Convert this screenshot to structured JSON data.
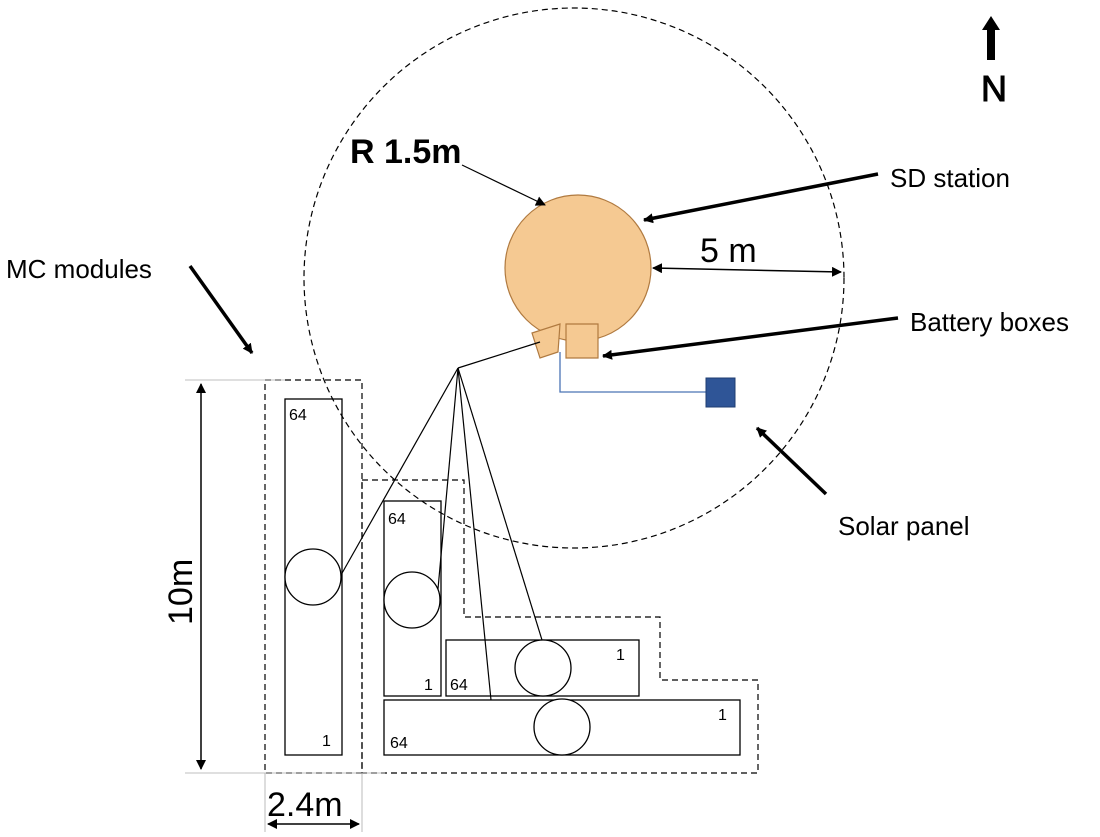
{
  "labels": {
    "radius": "R 1.5m",
    "sd_station": "SD station",
    "distance_5m": "5 m",
    "battery_boxes": "Battery boxes",
    "mc_modules": "MC modules",
    "solar_panel": "Solar panel",
    "length_10m": "10m",
    "width_2_4m": "2.4m",
    "north": "N"
  },
  "modules": {
    "left_vertical": {
      "top_num": "64",
      "bottom_num": "1"
    },
    "mid_vertical": {
      "top_num": "64",
      "bottom_num": "1"
    },
    "upper_horizontal": {
      "left_num": "64",
      "right_num": "1"
    },
    "lower_horizontal": {
      "left_num": "64",
      "right_num": "1"
    }
  },
  "colors": {
    "station_fill": "#f5c992",
    "station_stroke": "#b07a40",
    "solar_panel_fill": "#2f5597",
    "cable": "#4a74b5",
    "line": "#000000"
  }
}
